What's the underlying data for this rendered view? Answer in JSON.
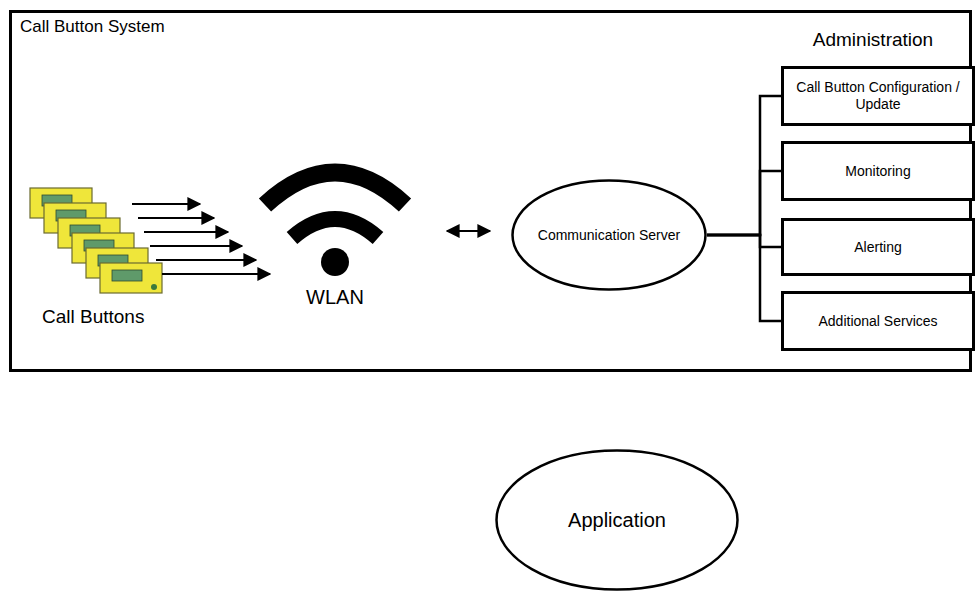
{
  "diagram": {
    "nodes": [
      {
        "text": [
          "Call Button System"
        ]
      },
      {
        "text": [
          "Communication Server"
        ],
        "in": 0
      },
      {
        "text": [
          "Call Button Configuration / Update"
        ],
        "in": 0
      },
      {
        "text": [
          "Monitoring"
        ],
        "in": 0
      },
      {
        "text": [
          "Alerting"
        ],
        "in": 0
      },
      {
        "text": [
          "Additional Services"
        ],
        "in": 0
      },
      {
        "text": [
          "Application"
        ]
      }
    ],
    "edges": [
      {
        "from": 1,
        "to": 2,
        "arrow": "none"
      },
      {
        "from": 1,
        "to": 3,
        "arrow": "none"
      },
      {
        "from": 1,
        "to": 4,
        "arrow": "none"
      },
      {
        "from": 1,
        "to": 5,
        "arrow": "none"
      }
    ],
    "labels": [
      "Call Buttons",
      "WLAN",
      "Administration"
    ]
  }
}
